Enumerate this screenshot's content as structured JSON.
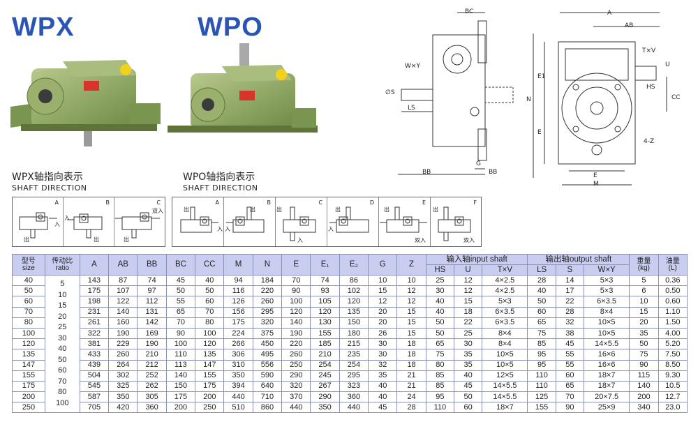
{
  "titles": {
    "wpx": "WPX",
    "wpo": "WPO"
  },
  "captions": {
    "wpx_cn": "WPX轴指向表示",
    "wpx_en": "SHAFT DIRECTION",
    "wpo_cn": "WPO轴指向表示",
    "wpo_en": "SHAFT DIRECTION"
  },
  "direction_letters_wpx": [
    "A",
    "B",
    "C"
  ],
  "direction_letters_wpo": [
    "A",
    "B",
    "C",
    "D",
    "E",
    "F"
  ],
  "direction_words": {
    "in": "入",
    "out": "出",
    "dual_in": "双入"
  },
  "drawing_labels": {
    "bc": "BC",
    "wy": "W×Y",
    "s": "∅S",
    "ls": "LS",
    "bb": "BB",
    "g": "G",
    "a": "A",
    "ab": "AB",
    "txv": "T×V",
    "u": "U",
    "hs": "HS",
    "cc": "CC",
    "n": "N",
    "e1": "E1",
    "e": "E",
    "m": "M",
    "z": "4-Z"
  },
  "table": {
    "headers": {
      "model_cn": "型号",
      "model_en": "size",
      "ratio_cn": "传动比",
      "ratio_en": "ratio",
      "A": "A",
      "AB": "AB",
      "BB": "BB",
      "BC": "BC",
      "CC": "CC",
      "M": "M",
      "N": "N",
      "E": "E",
      "E1": "E₁",
      "E2": "E₂",
      "G": "G",
      "Z": "Z",
      "input_group": "输入轴input shaft",
      "output_group": "输出轴output shaft",
      "HS": "HS",
      "U": "U",
      "TxV": "T×V",
      "LS": "LS",
      "S": "S",
      "WxY": "W×Y",
      "weight_cn": "重量",
      "weight_en": "(kg)",
      "oil_cn": "油量",
      "oil_en": "(L)"
    },
    "ratios": [
      "5",
      "10",
      "15",
      "20",
      "25",
      "30",
      "40",
      "50",
      "60",
      "70",
      "80",
      "100"
    ],
    "rows": [
      [
        "40",
        "143",
        "87",
        "74",
        "45",
        "40",
        "94",
        "184",
        "70",
        "74",
        "86",
        "10",
        "10",
        "25",
        "12",
        "4×2.5",
        "28",
        "14",
        "5×3",
        "5",
        "0.36"
      ],
      [
        "50",
        "175",
        "107",
        "97",
        "50",
        "50",
        "116",
        "220",
        "90",
        "93",
        "102",
        "15",
        "12",
        "30",
        "12",
        "4×2.5",
        "40",
        "17",
        "5×3",
        "6",
        "0.50"
      ],
      [
        "60",
        "198",
        "122",
        "112",
        "55",
        "60",
        "126",
        "260",
        "100",
        "105",
        "120",
        "12",
        "12",
        "40",
        "15",
        "5×3",
        "50",
        "22",
        "6×3.5",
        "10",
        "0.60"
      ],
      [
        "70",
        "231",
        "140",
        "131",
        "65",
        "70",
        "156",
        "295",
        "120",
        "120",
        "135",
        "20",
        "15",
        "40",
        "18",
        "6×3.5",
        "60",
        "28",
        "8×4",
        "15",
        "1.10"
      ],
      [
        "80",
        "261",
        "160",
        "142",
        "70",
        "80",
        "175",
        "320",
        "140",
        "130",
        "150",
        "20",
        "15",
        "50",
        "22",
        "6×3.5",
        "65",
        "32",
        "10×5",
        "20",
        "1.50"
      ],
      [
        "100",
        "322",
        "190",
        "169",
        "90",
        "100",
        "224",
        "375",
        "190",
        "155",
        "180",
        "26",
        "15",
        "50",
        "25",
        "8×4",
        "75",
        "38",
        "10×5",
        "35",
        "4.00"
      ],
      [
        "120",
        "381",
        "229",
        "190",
        "100",
        "120",
        "266",
        "450",
        "220",
        "185",
        "215",
        "30",
        "18",
        "65",
        "30",
        "8×4",
        "85",
        "45",
        "14×5.5",
        "50",
        "5.20"
      ],
      [
        "135",
        "433",
        "260",
        "210",
        "110",
        "135",
        "306",
        "495",
        "260",
        "210",
        "235",
        "30",
        "18",
        "75",
        "35",
        "10×5",
        "95",
        "55",
        "16×6",
        "75",
        "7.50"
      ],
      [
        "147",
        "439",
        "264",
        "212",
        "113",
        "147",
        "310",
        "556",
        "250",
        "254",
        "254",
        "32",
        "18",
        "80",
        "35",
        "10×5",
        "95",
        "55",
        "16×6",
        "90",
        "8.50"
      ],
      [
        "155",
        "504",
        "302",
        "252",
        "140",
        "155",
        "350",
        "590",
        "290",
        "245",
        "295",
        "35",
        "21",
        "85",
        "40",
        "12×5",
        "110",
        "60",
        "18×7",
        "115",
        "9.30"
      ],
      [
        "175",
        "545",
        "325",
        "262",
        "150",
        "175",
        "394",
        "640",
        "320",
        "267",
        "323",
        "40",
        "21",
        "85",
        "45",
        "14×5.5",
        "110",
        "65",
        "18×7",
        "140",
        "10.5"
      ],
      [
        "200",
        "587",
        "350",
        "305",
        "175",
        "200",
        "440",
        "710",
        "370",
        "290",
        "360",
        "40",
        "24",
        "95",
        "50",
        "14×5.5",
        "125",
        "70",
        "20×7.5",
        "200",
        "12.7"
      ],
      [
        "250",
        "705",
        "420",
        "360",
        "200",
        "250",
        "510",
        "860",
        "440",
        "350",
        "440",
        "45",
        "28",
        "110",
        "60",
        "18×7",
        "155",
        "90",
        "25×9",
        "340",
        "23.0"
      ]
    ]
  }
}
